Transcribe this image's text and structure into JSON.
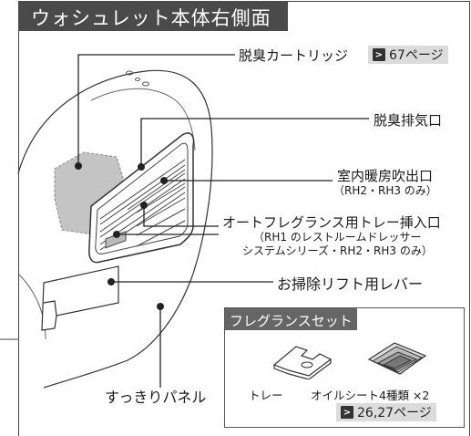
{
  "title": "ウォシュレット本体右側面",
  "labels": {
    "deodorizer_cartridge": "脱臭カートリッジ",
    "deodorizer_cartridge_ref": "67ページ",
    "deodorizer_exhaust": "脱臭排気口",
    "heater_outlet": "室内暖房吹出口",
    "heater_outlet_note": "（RH2・RH3 のみ）",
    "fragrance_tray_slot": "オートフレグランス用トレー挿入口",
    "fragrance_tray_note_line1": "（RH1 のレストルームドレッサー",
    "fragrance_tray_note_line2": "システムシリーズ・RH2・RH3 のみ）",
    "cleaning_lift_lever": "お掃除リフト用レバー",
    "clean_panel": "すっきりパネル"
  },
  "fragrance_set": {
    "heading": "フレグランスセット",
    "tray_label": "トレー",
    "oil_sheet_label": "オイルシート4種類 ×2",
    "ref": "26,27ページ"
  },
  "ref_arrow_glyph": ">",
  "colors": {
    "title_bg": "#4a4a4a",
    "set_heading_bg": "#666666",
    "ref_badge_bg": "#dcdcdc",
    "cartridge_fill": "#c4c4c4"
  }
}
